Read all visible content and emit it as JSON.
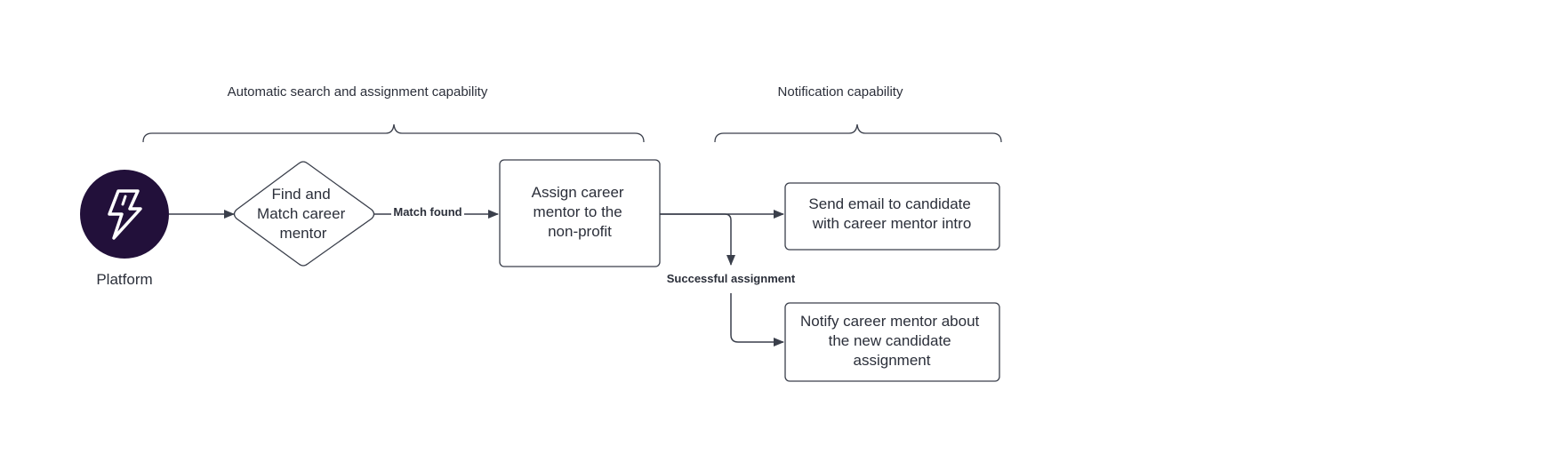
{
  "groups": {
    "search": "Automatic search and assignment capability",
    "notification": "Notification capability"
  },
  "nodes": {
    "platform": {
      "label": "Platform",
      "icon": "lightning-bolt-icon",
      "fill": "#22103a"
    },
    "find_match": [
      "Find and",
      "Match career",
      "mentor"
    ],
    "assign": [
      "Assign career",
      "mentor to the",
      "non-profit"
    ],
    "send_email": [
      "Send email to candidate",
      "with career mentor intro"
    ],
    "notify": [
      "Notify career mentor about",
      "the new candidate",
      "assignment"
    ]
  },
  "edges": {
    "match_found": "Match found",
    "successful_assignment": "Successful assignment"
  },
  "colors": {
    "stroke": "#3a3f4b",
    "text": "#2b2f3a",
    "platform_fill": "#22103a",
    "icon": "#ffffff"
  }
}
